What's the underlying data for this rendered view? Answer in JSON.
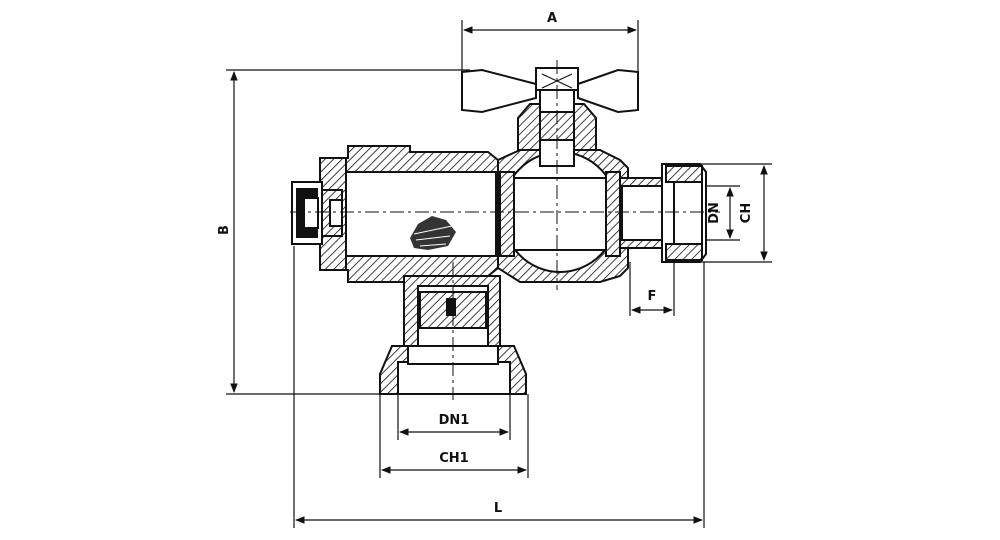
{
  "dimensions": {
    "A": "A",
    "B": "B",
    "DN": "DN",
    "CH": "CH",
    "F": "F",
    "DN1": "DN1",
    "CH1": "CH1",
    "L": "L"
  }
}
